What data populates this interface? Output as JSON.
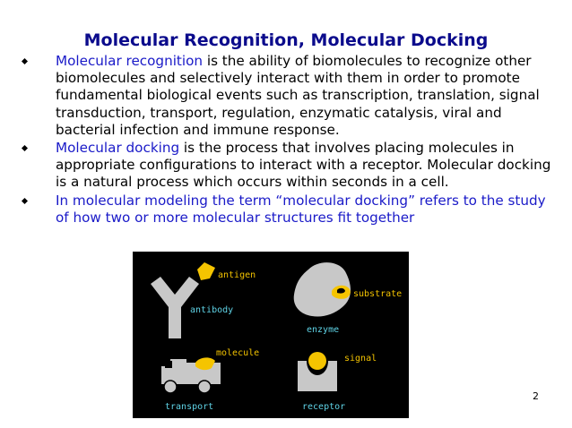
{
  "slide": {
    "title": "Molecular Recognition, Molecular Docking",
    "page_number": "2"
  },
  "bullets": [
    {
      "highlight": "Molecular recognition",
      "text": " is the ability of biomolecules to recognize other biomolecules and selectively interact with them in order to promote fundamental biological events such as transcription, translation, signal transduction, transport, regulation, enzymatic catalysis, viral and bacterial infection and immune response."
    },
    {
      "highlight": "Molecular docking",
      "text": " is the process that involves placing molecules in appropriate configurations to interact with a receptor. Molecular docking is a natural process which occurs within seconds in a cell."
    },
    {
      "highlight": "",
      "text": "In molecular modeling the term “molecular docking” refers to the study of how two or more molecular structures fit together"
    }
  ],
  "figure": {
    "labels": {
      "antigen": "antigen",
      "antibody": "antibody",
      "substrate": "substrate",
      "enzyme": "enzyme",
      "molecule": "molecule",
      "signal": "signal",
      "transport": "transport",
      "receptor": "receptor"
    },
    "colors": {
      "background": "#000000",
      "shape_gray": "#c8c8c8",
      "ligand_yellow": "#f5c400",
      "label_yellow": "#f2c200",
      "label_cyan": "#5fd3e6"
    }
  },
  "colors": {
    "title": "#0b0b8c",
    "highlight_blue": "#1a1ac8",
    "body_text": "#000000"
  }
}
